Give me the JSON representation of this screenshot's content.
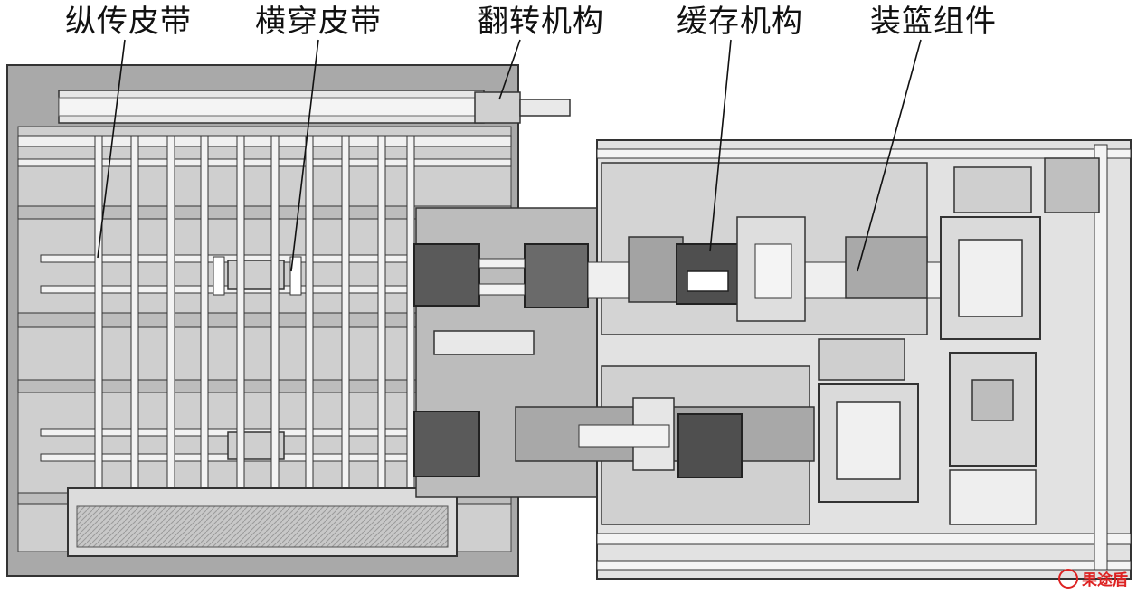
{
  "labels": [
    {
      "id": "longitudinal-belt",
      "text": "纵传皮带"
    },
    {
      "id": "transverse-belt",
      "text": "横穿皮带"
    },
    {
      "id": "flip-mechanism",
      "text": "翻转机构"
    },
    {
      "id": "buffer-mechanism",
      "text": "缓存机构"
    },
    {
      "id": "basket-loading-assembly",
      "text": "装篮组件"
    }
  ],
  "watermark": {
    "text": "果途盾"
  },
  "colors": {
    "frame": "#8c8c8c",
    "plate": "#d9d9d9",
    "dark-block": "#5a5a5a",
    "outline": "#3a3a3a",
    "watermark": "#dd2222"
  }
}
